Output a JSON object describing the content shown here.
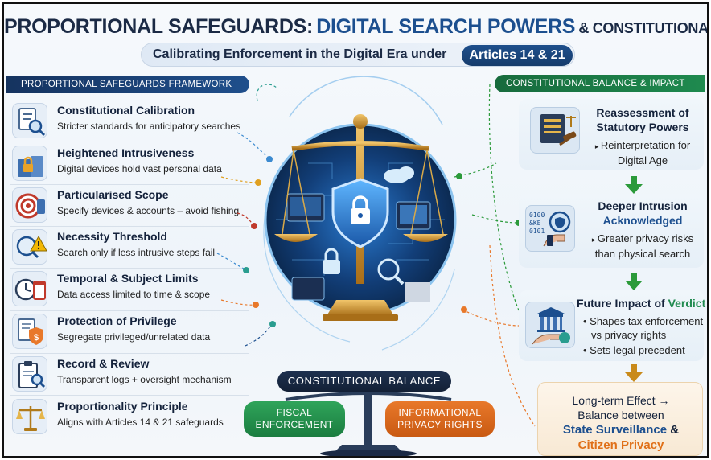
{
  "title": {
    "part1": "PROPORTIONAL SAFEGUARDS:",
    "part2": "DIGITAL SEARCH POWERS",
    "part3": "& CONSTITUTIONAL BALANCE"
  },
  "subtitle": {
    "text": "Calibrating Enforcement in the Digital Era under",
    "pill": "Articles 14 & 21"
  },
  "framework": {
    "header": "PROPORTIONAL SAFEGUARDS FRAMEWORK",
    "items": [
      {
        "heading": "Constitutional Calibration",
        "desc": "Stricter standards for anticipatory searches",
        "icon": "document-magnifier-icon"
      },
      {
        "heading": "Heightened Intrusiveness",
        "desc": "Digital devices hold vast personal data",
        "icon": "locked-devices-icon"
      },
      {
        "heading": "Particularised Scope",
        "desc": "Specify devices & accounts – avoid fishing",
        "icon": "target-icon"
      },
      {
        "heading": "Necessity Threshold",
        "desc": "Search only if less intrusive steps fail",
        "icon": "warning-magnifier-icon"
      },
      {
        "heading": "Temporal & Subject Limits",
        "desc": "Data access limited to time & scope",
        "icon": "clock-calendar-icon"
      },
      {
        "heading": "Protection of Privilege",
        "desc": "Segregate privileged/unrelated data",
        "icon": "shield-document-icon"
      },
      {
        "heading": "Record & Review",
        "desc": "Transparent logs + oversight mechanism",
        "icon": "clipboard-magnifier-icon"
      },
      {
        "heading": "Proportionality Principle",
        "desc": "Aligns with Articles 14 & 21 safeguards",
        "icon": "scales-icon"
      }
    ]
  },
  "impact": {
    "header": "CONSTITUTIONAL BALANCE & IMPACT",
    "card1": {
      "title_line1": "Reassessment of",
      "title_line2": "Statutory Powers",
      "bullet_line1": "Reinterpretation for",
      "bullet_line2": "Digital Age",
      "icon": "courthouse-gavel-icon"
    },
    "card2": {
      "title_line1": "Deeper Intrusion",
      "title_line2": "Acknowledged",
      "bullet_line1": "Greater privacy risks",
      "bullet_line2": "than physical search",
      "icon": "data-hand-icon"
    },
    "card3": {
      "title": "Future Impact of",
      "title_accent": "Verdict",
      "bullet1_line1": "Shapes tax enforcement",
      "bullet1_line2": "vs privacy rights",
      "bullet2": "Sets legal precedent",
      "icon": "institution-hand-icon"
    },
    "final": {
      "line1": "Long-term Effect →",
      "line2": "Balance between",
      "line3a": "State Surveillance",
      "line3b": "&",
      "line4": "Citizen Privacy"
    }
  },
  "balance": {
    "label": "CONSTITUTIONAL BALANCE",
    "left_line1": "FISCAL",
    "left_line2": "ENFORCEMENT",
    "right_line1": "INFORMATIONAL",
    "right_line2": "PRIVACY RIGHTS"
  },
  "colors": {
    "navy": "#1b2a45",
    "blue_accent": "#1c4f8f",
    "green_accent": "#1f8a4f",
    "orange_accent": "#e8782a",
    "arrow_green": "#2b9a3a",
    "arrow_orange": "#c98a1a"
  }
}
